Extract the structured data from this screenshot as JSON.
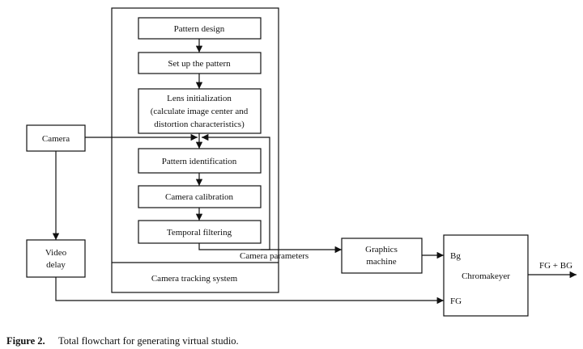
{
  "nodes": {
    "pattern_design": "Pattern design",
    "set_up_pattern": "Set up the pattern",
    "lens_init": [
      "Lens initialization",
      "(calculate image center and",
      "distortion characteristics)"
    ],
    "pattern_identification": "Pattern identification",
    "camera_calibration": "Camera calibration",
    "temporal_filtering": "Temporal filtering",
    "camera_tracking_system": "Camera tracking system",
    "camera": "Camera",
    "video_delay": [
      "Video",
      "delay"
    ],
    "graphics_machine": [
      "Graphics",
      "machine"
    ],
    "chromakeyer": "Chromakeyer"
  },
  "labels": {
    "camera_parameters": "Camera parameters",
    "bg": "Bg",
    "fg": "FG",
    "output": "FG + BG"
  },
  "caption": {
    "label": "Figure 2.",
    "text": "Total flowchart for generating virtual studio."
  }
}
